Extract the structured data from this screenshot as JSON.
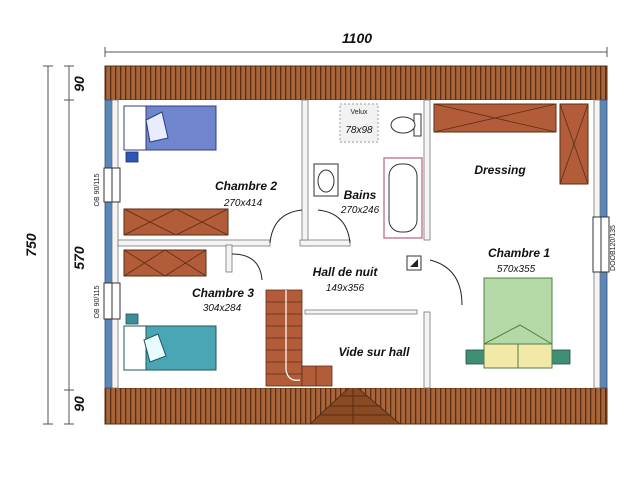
{
  "dimensions": {
    "width_label": "1100",
    "height_total_label": "750",
    "height_top_label": "90",
    "height_middle_label": "570",
    "height_bottom_label": "90"
  },
  "rooms": {
    "chambre2": {
      "name": "Chambre 2",
      "dims": "270x414"
    },
    "chambre3": {
      "name": "Chambre 3",
      "dims": "304x284"
    },
    "bains": {
      "name": "Bains",
      "dims": "270x246"
    },
    "hall": {
      "name": "Hall de nuit",
      "dims": "149x356"
    },
    "chambre1": {
      "name": "Chambre 1",
      "dims": "570x355"
    },
    "dressing": {
      "name": "Dressing"
    },
    "vide": {
      "name": "Vide sur hall"
    }
  },
  "openings": {
    "velux_title": "Velux",
    "velux_size": "78x98",
    "window_top_left": "OB 90/115",
    "window_bottom_left": "OB 90/115",
    "window_right": "DOOB120/135"
  },
  "colors": {
    "roof": "#a8653a",
    "roof_stripe": "#5a2e14",
    "wall": "#5a86b8",
    "bed_blue": "#6f86cf",
    "bed_teal": "#4aa6b4",
    "bed_green": "#b5d9a6",
    "pillow": "#f2e8a8",
    "wardrobe": "#b35c3a"
  }
}
